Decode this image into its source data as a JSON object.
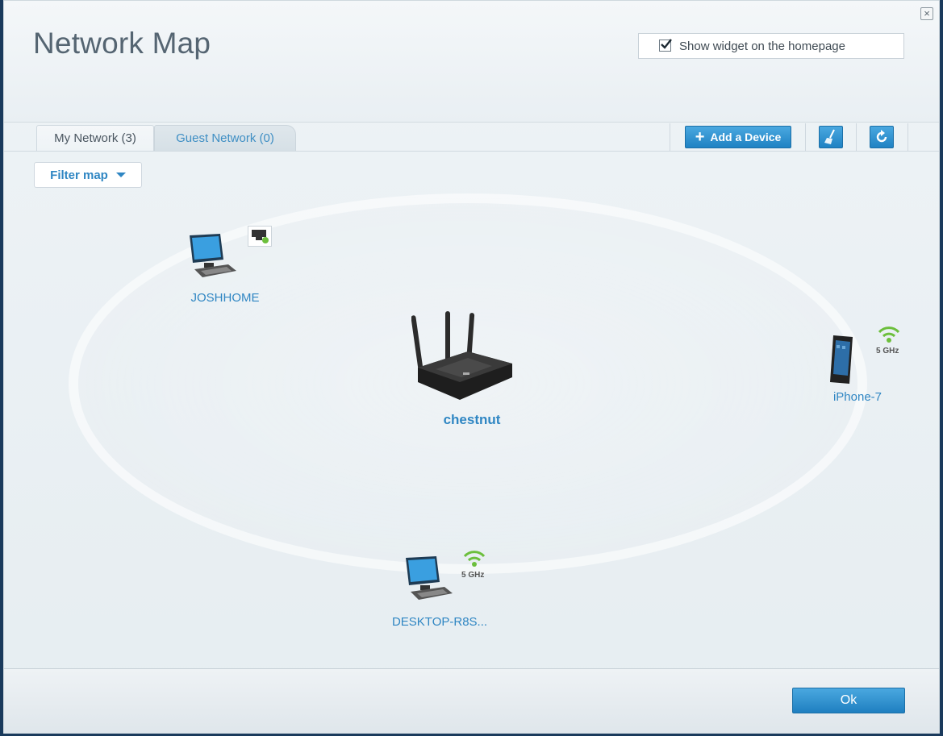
{
  "dialog": {
    "title": "Network Map",
    "widget_checkbox": {
      "label": "Show widget on the homepage",
      "checked": true
    }
  },
  "tabs": [
    {
      "label": "My Network (3)",
      "active": true
    },
    {
      "label": "Guest Network (0)",
      "active": false
    }
  ],
  "toolbar": {
    "add_device_label": "Add a Device",
    "icons": [
      "broom-icon",
      "refresh-icon"
    ]
  },
  "filter": {
    "label": "Filter map"
  },
  "router": {
    "name": "chestnut"
  },
  "devices": [
    {
      "name": "JOSHHOME",
      "type": "desktop",
      "connection": "wired"
    },
    {
      "name": "iPhone-7",
      "type": "phone",
      "connection": "wifi",
      "band": "5 GHz"
    },
    {
      "name": "DESKTOP-R8S...",
      "type": "desktop",
      "connection": "wifi",
      "band": "5 GHz"
    }
  ],
  "footer": {
    "ok_label": "Ok"
  },
  "colors": {
    "accent": "#2f86c3",
    "button": "#1f82c3",
    "wifi": "#6cbf3c"
  }
}
